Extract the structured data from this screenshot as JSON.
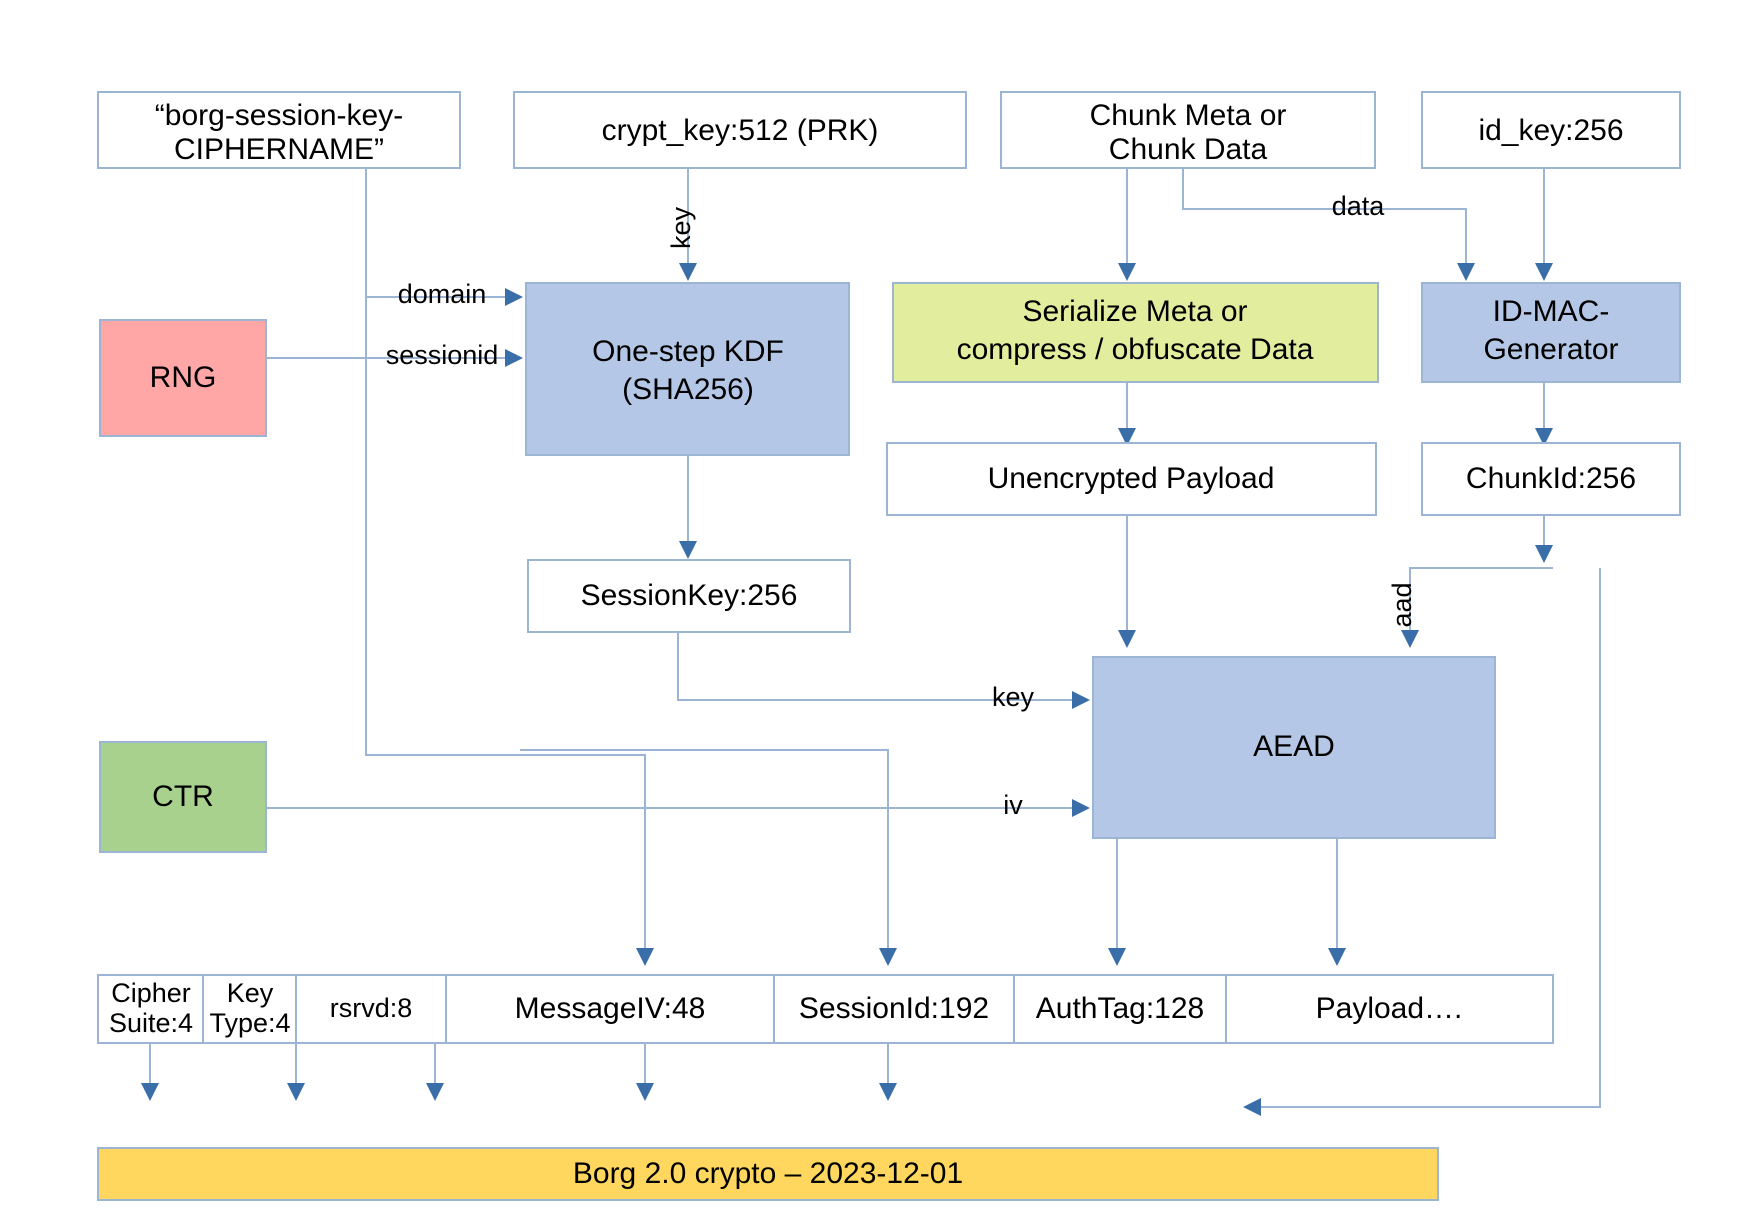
{
  "diagram": {
    "title": "Borg 2.0 crypto – 2023-12-01",
    "colors": {
      "process_blue": "#B4C7E7",
      "rng_pink": "#FFA6A6",
      "ctr_green": "#A9D18E",
      "serialize_lime": "#E2EE9E",
      "footer_amber": "#FFD75E",
      "edge_stroke": "#9DB5D5",
      "arrow_head": "#3A6EA8",
      "box_border": "#9DB5D5"
    },
    "nodes": {
      "domain_const": {
        "lines": [
          "“borg-session-key-",
          "CIPHERNAME”"
        ],
        "kind": "plain"
      },
      "crypt_key": {
        "lines": [
          "crypt_key:512 (PRK)"
        ],
        "kind": "plain"
      },
      "chunk_input": {
        "lines": [
          "Chunk Meta or",
          "Chunk Data"
        ],
        "kind": "plain"
      },
      "id_key": {
        "lines": [
          "id_key:256"
        ],
        "kind": "plain"
      },
      "rng": {
        "lines": [
          "RNG"
        ],
        "kind": "pink"
      },
      "ctr": {
        "lines": [
          "CTR"
        ],
        "kind": "green"
      },
      "kdf": {
        "lines": [
          "One-step KDF",
          "(SHA256)"
        ],
        "kind": "blue"
      },
      "serialize": {
        "lines": [
          "Serialize Meta or",
          "compress / obfuscate Data"
        ],
        "kind": "lime"
      },
      "idmac": {
        "lines": [
          "ID-MAC-",
          "Generator"
        ],
        "kind": "blue"
      },
      "session_key": {
        "lines": [
          "SessionKey:256"
        ],
        "kind": "plain"
      },
      "unenc_payload": {
        "lines": [
          "Unencrypted Payload"
        ],
        "kind": "plain"
      },
      "chunk_id": {
        "lines": [
          "ChunkId:256"
        ],
        "kind": "plain"
      },
      "aead": {
        "lines": [
          "AEAD"
        ],
        "kind": "blue"
      }
    },
    "edge_labels": {
      "key_to_kdf": "key",
      "domain": "domain",
      "sessionid": "sessionid",
      "data": "data",
      "key_to_aead": "key",
      "iv": "iv",
      "aad": "aad"
    },
    "packet": {
      "fields": [
        {
          "lines": [
            "Cipher",
            "Suite:4"
          ]
        },
        {
          "lines": [
            "Key",
            "Type:4"
          ]
        },
        {
          "lines": [
            "rsrvd:8"
          ]
        },
        {
          "lines": [
            "MessageIV:48"
          ]
        },
        {
          "lines": [
            "SessionId:192"
          ]
        },
        {
          "lines": [
            "AuthTag:128"
          ]
        },
        {
          "lines": [
            "Payload…."
          ]
        }
      ]
    }
  }
}
